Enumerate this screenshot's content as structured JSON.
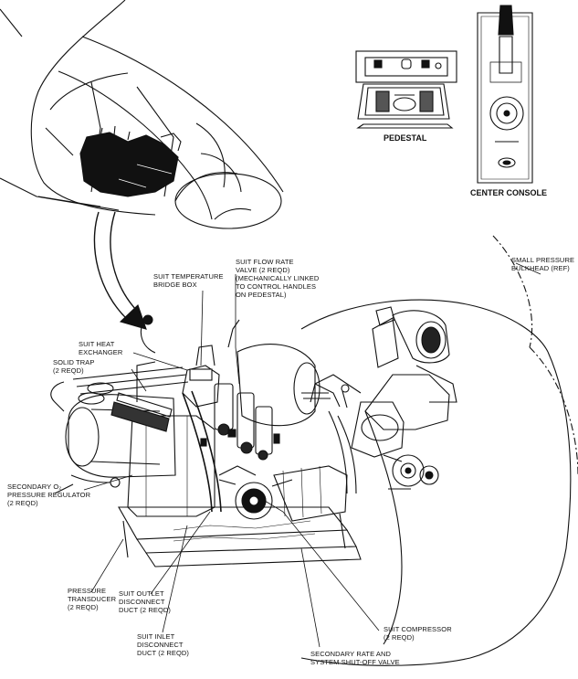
{
  "titles": {
    "pedestal": "PEDESTAL",
    "center_console": "CENTER CONSOLE"
  },
  "callouts": {
    "suit_temperature_bridge_box": "SUIT TEMPERATURE\nBRIDGE BOX",
    "suit_flow_rate_valve": "SUIT FLOW RATE\nVALVE (2 REQD)\n(MECHANICALLY LINKED\nTO CONTROL HANDLES\nON PEDESTAL)",
    "small_pressure_bulkhead": "SMALL PRESSURE\nBULKHEAD (REF)",
    "suit_heat_exchanger": "SUIT HEAT\nEXCHANGER",
    "solid_trap": "SOLID TRAP\n(2 REQD)",
    "secondary_o2_regulator": "SECONDARY O₂\nPRESSURE REGULATOR\n(2 REQD)",
    "pressure_transducer": "PRESSURE\nTRANSDUCER\n(2 REQD)",
    "suit_outlet_disconnect_duct": "SUIT OUTLET\nDISCONNECT\nDUCT (2 REQD)",
    "suit_inlet_disconnect_duct": "SUIT INLET\nDISCONNECT\nDUCT (2 REQD)",
    "suit_compressor": "SUIT COMPRESSOR\n(2 REQD)",
    "secondary_rate_valve": "SECONDARY RATE AND\nSYSTEM SHUT-OFF VALVE"
  }
}
